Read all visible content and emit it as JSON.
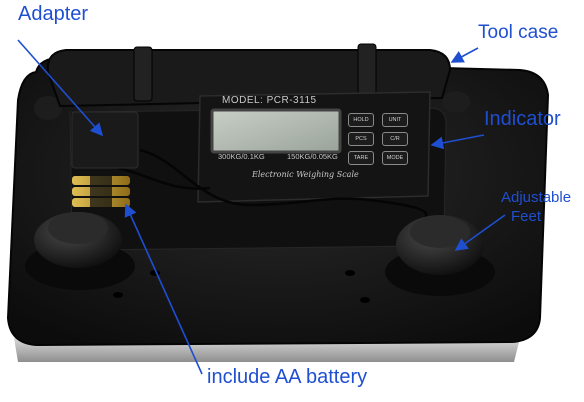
{
  "labels": {
    "adapter": "Adapter",
    "tool_case": "Tool case",
    "indicator": "Indicator",
    "feet_line1": "Adjustable",
    "feet_line2": "Feet",
    "battery": "include AA battery"
  },
  "indicator_panel": {
    "model": "MODEL: PCR-3115",
    "capacity_left": "300KG/0.1KG",
    "capacity_right": "150KG/0.05KG",
    "brand": "Electronic Weighing Scale",
    "keys": [
      "HOLD",
      "UNIT",
      "PCS",
      "C/R",
      "TARE",
      "MODE"
    ]
  },
  "colors": {
    "callout": "#1f4fd1",
    "scale_body": "#151515",
    "steel_edge": "#b8b8b8",
    "battery": "#c9a23a"
  }
}
